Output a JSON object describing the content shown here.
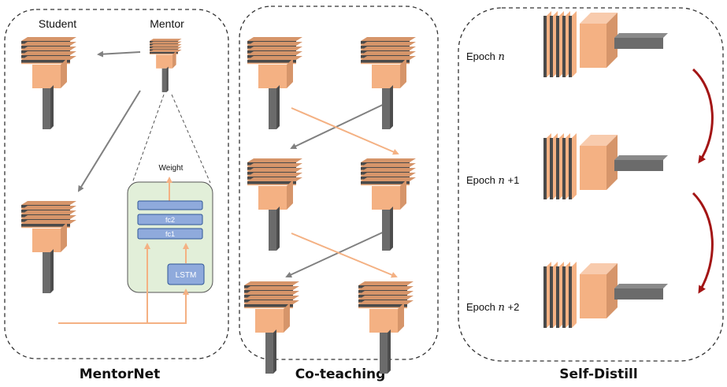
{
  "panels": {
    "mentornet": {
      "title": "MentorNet",
      "student_label": "Student",
      "mentor_label": "Mentor",
      "module": {
        "weight_label": "Weight",
        "fc2_label": "fc2",
        "fc1_label": "fc1",
        "lstm_label": "LSTM"
      }
    },
    "coteaching": {
      "title": "Co-teaching"
    },
    "selfdistill": {
      "title": "Self-Distill",
      "epochs": [
        {
          "prefix": "Epoch",
          "var": "n",
          "suffix": ""
        },
        {
          "prefix": "Epoch",
          "var": "n",
          "suffix": "+1"
        },
        {
          "prefix": "Epoch",
          "var": "n",
          "suffix": "+2"
        }
      ]
    }
  },
  "colors": {
    "block_front": "#f4b183",
    "block_top": "#f8cbad",
    "block_side": "#d6956a",
    "layer_dark": "#4a4a4a",
    "stem": "#6b6b6b",
    "gray_arrow": "#808080",
    "orange_arrow": "#f4b183",
    "red_arrow": "#a31515",
    "module_bg": "#e2efd9",
    "fc_fill": "#8faadc",
    "fc_stroke": "#2f5597"
  }
}
